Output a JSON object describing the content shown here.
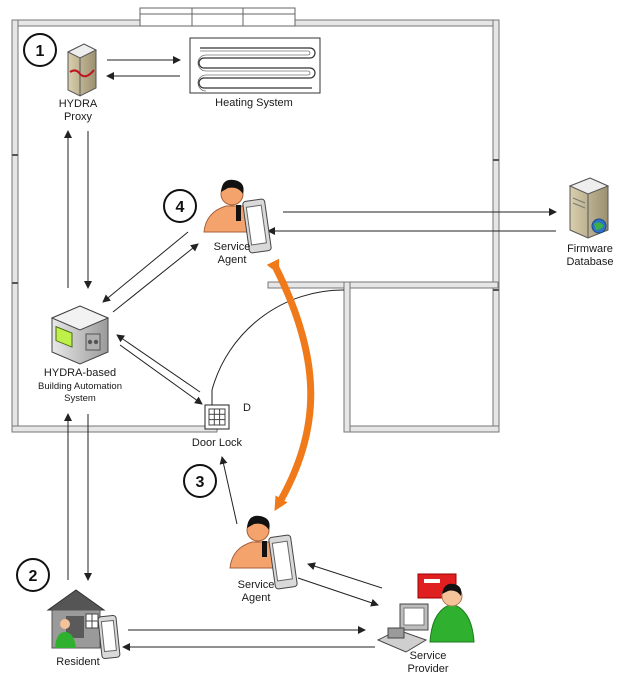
{
  "nodes": {
    "hydra_proxy": {
      "line1": "HYDRA",
      "line2": "Proxy"
    },
    "heating_system": {
      "label": "Heating System"
    },
    "service_agent_inside": {
      "line1": "Service",
      "line2": "Agent"
    },
    "firmware_database": {
      "line1": "Firmware",
      "line2": "Database"
    },
    "building_automation": {
      "line1": "HYDRA-based",
      "line2": "Building Automation",
      "line3": "System"
    },
    "door_lock": {
      "label": "Door Lock",
      "tag": "D"
    },
    "service_agent_outside": {
      "line1": "Service",
      "line2": "Agent"
    },
    "resident": {
      "label": "Resident"
    },
    "service_provider": {
      "line1": "Service",
      "line2": "Provider"
    }
  },
  "step_markers": [
    "1",
    "2",
    "3",
    "4"
  ],
  "colors": {
    "wall": "#8a8a8a",
    "wall_light": "#e6e6e6",
    "handover_arrow": "#f07a1a",
    "agent_skin": "#f5a36c",
    "agent_hair": "#111111",
    "provider_green": "#2fb12f",
    "flag_red": "#e02020"
  },
  "icons": [
    "server-icon",
    "radiator-icon",
    "service-agent-icon",
    "database-server-icon",
    "automation-box-icon",
    "door-lock-icon",
    "house-resident-icon",
    "pda-icon",
    "workstation-icon"
  ]
}
